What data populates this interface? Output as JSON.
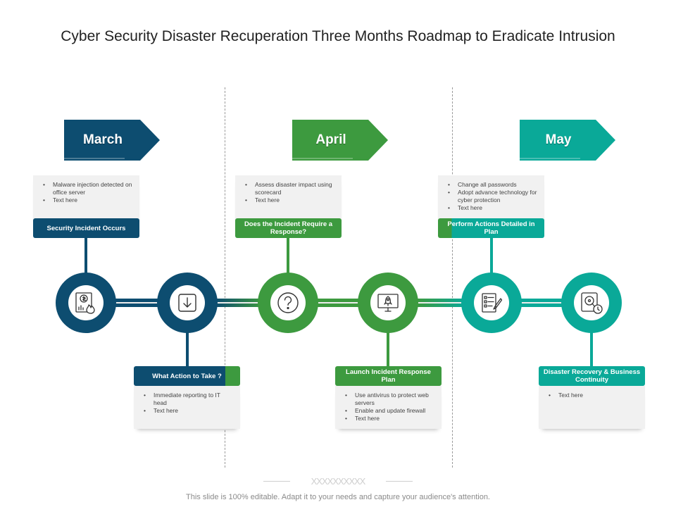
{
  "title": "Cyber Security Disaster Recuperation Three Months Roadmap to Eradicate Intrusion",
  "colors": {
    "navy": "#0d4d70",
    "green": "#3d9a3f",
    "teal": "#0aa998",
    "box": "#f1f1f1"
  },
  "months": [
    {
      "name": "March",
      "color": "#0d4d70"
    },
    {
      "name": "April",
      "color": "#3d9a3f"
    },
    {
      "name": "May",
      "color": "#0aa998"
    }
  ],
  "steps": [
    {
      "label": "Security Incident Occurs",
      "bullets": [
        "Malware  injection detected on office server",
        "Text here"
      ],
      "icon": "financial-report-fire-icon"
    },
    {
      "label": "What Action to Take ?",
      "bullets": [
        "Immediate reporting to IT head",
        "Text here"
      ],
      "icon": "download-arrow-icon"
    },
    {
      "label": "Does the Incident Require a Response?",
      "bullets": [
        "Assess disaster impact using scorecard",
        "Text here"
      ],
      "icon": "question-mark-icon"
    },
    {
      "label": "Launch Incident Response Plan",
      "bullets": [
        "Use antivirus to protect web servers",
        "Enable and update firewall",
        "Text here"
      ],
      "icon": "rocket-monitor-icon"
    },
    {
      "label": "Perform Actions Detailed in Plan",
      "bullets": [
        "Change all passwords",
        "Adopt advance technology for cyber protection",
        "Text here"
      ],
      "icon": "checklist-pen-icon"
    },
    {
      "label": "Disaster Recovery & Business Continuity",
      "bullets": [
        "Text here"
      ],
      "icon": "disk-search-clock-icon"
    }
  ],
  "decoration": "XXXXXXXXXX",
  "footer": "This slide is 100% editable. Adapt it to your needs and capture your audience's attention."
}
